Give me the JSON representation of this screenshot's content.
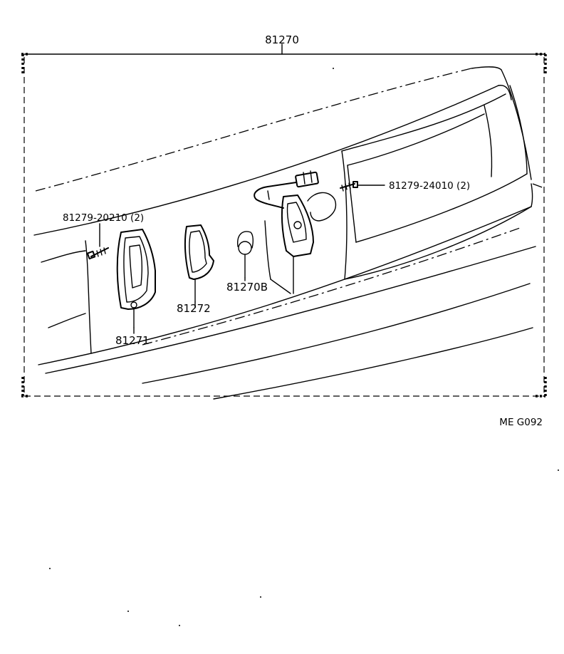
{
  "diagram": {
    "assembly_part": "81270",
    "parts": {
      "screw_left": "81279-20210 (2)",
      "screw_right": "81279-24010 (2)",
      "housing": "81271",
      "gasket": "81272",
      "bulb": "81270B"
    },
    "figure_code": "ME G092"
  }
}
